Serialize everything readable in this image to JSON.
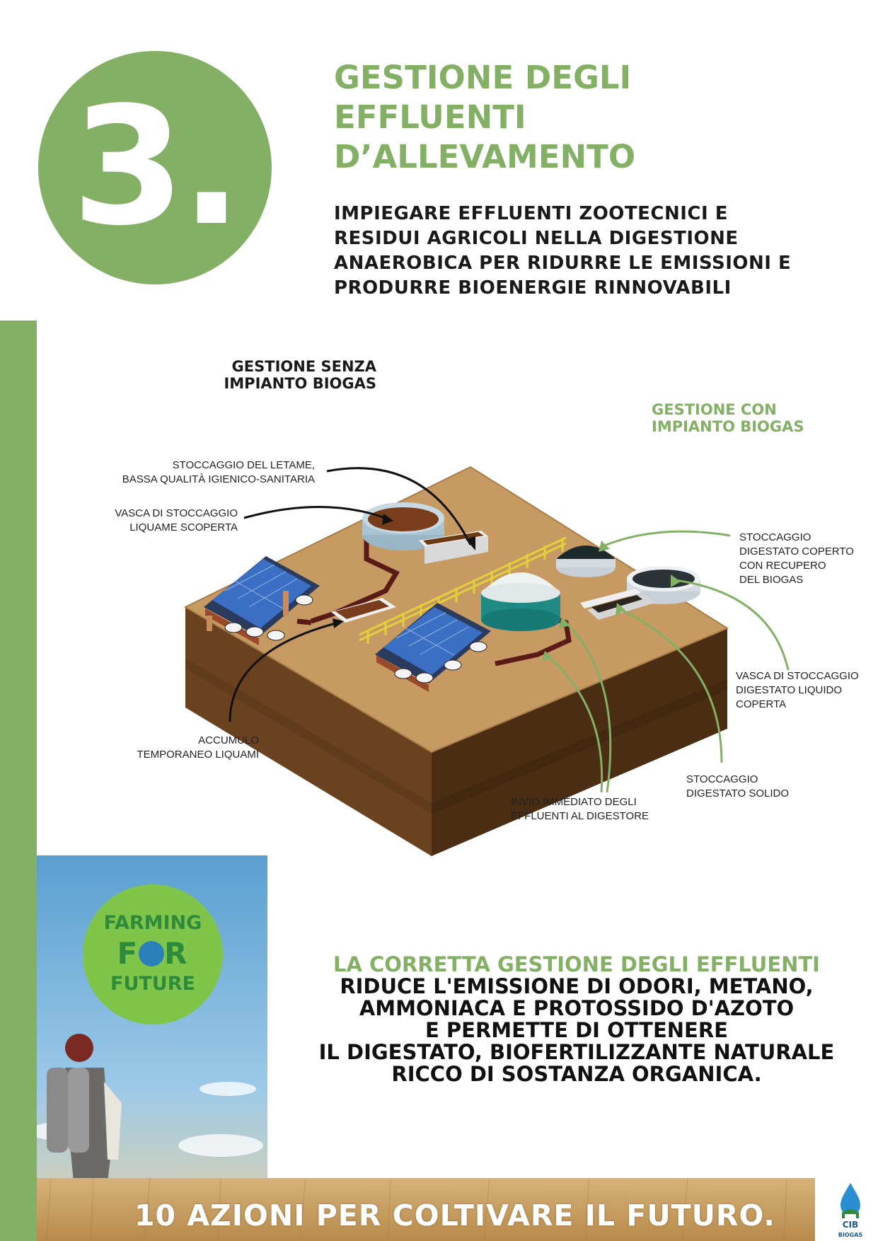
{
  "header": {
    "number": "3.",
    "title_lines": [
      "GESTIONE DEGLI",
      "EFFLUENTI",
      "D’ALLEVAMENTO"
    ],
    "subtitle_lines": [
      "IMPIEGARE EFFLUENTI ZOOTECNICI E",
      "RESIDUI AGRICOLI NELLA DIGESTIONE",
      "ANAEROBICA PER RIDURRE LE EMISSIONI E",
      "PRODURRE BIOENERGIE RINNOVABILI"
    ]
  },
  "diagram": {
    "heading_without": [
      "GESTIONE SENZA",
      "IMPIANTO BIOGAS"
    ],
    "heading_with": [
      "GESTIONE CON",
      "IMPIANTO BIOGAS"
    ],
    "labels": {
      "manure_storage": [
        "STOCCAGGIO DEL LETAME,",
        "BASSA QUALITÀ IGIENICO-SANITARIA"
      ],
      "slurry_tank": [
        "VASCA DI STOCCAGGIO",
        "LIQUAME SCOPERTA"
      ],
      "temp_accumulation": [
        "ACCUMULO",
        "TEMPORANEO LIQUAMI"
      ],
      "covered_digestate": [
        "STOCCAGGIO",
        "DIGESTATO COPERTO",
        "CON RECUPERO",
        "DEL BIOGAS"
      ],
      "liquid_digestate_tank": [
        "VASCA DI STOCCAGGIO",
        "DIGESTATO LIQUIDO",
        "COPERTA"
      ],
      "solid_digestate": [
        "STOCCAGGIO",
        "DIGESTATO SOLIDO"
      ],
      "immediate_delivery": [
        "INVIO IMMEDIATO DEGLI",
        "EFFLUENTI AL DIGESTORE"
      ]
    }
  },
  "poster": {
    "logo_line1": "FARMING",
    "logo_line2_a": "F",
    "logo_line2_b": "R",
    "logo_line3": "FUTURE"
  },
  "conclusion": {
    "green_line": "LA CORRETTA GESTIONE DEGLI EFFLUENTI",
    "lines": [
      "RIDUCE L'EMISSIONE DI ODORI, METANO,",
      "AMMONIACA E PROTOSSIDO D'AZOTO",
      "E PERMETTE DI OTTENERE",
      "IL DIGESTATO, BIOFERTILIZZANTE NATURALE",
      "RICCO DI SOSTANZA ORGANICA."
    ]
  },
  "footer": {
    "slogan": "10 AZIONI PER COLTIVARE IL FUTURO.",
    "brand": "CIB",
    "brand_sub": "BIOGAS"
  },
  "colors": {
    "accent_green": "#83b065",
    "dark_text": "#1a1a1a",
    "earth": "#b98a55",
    "soil": "#5b3717"
  }
}
